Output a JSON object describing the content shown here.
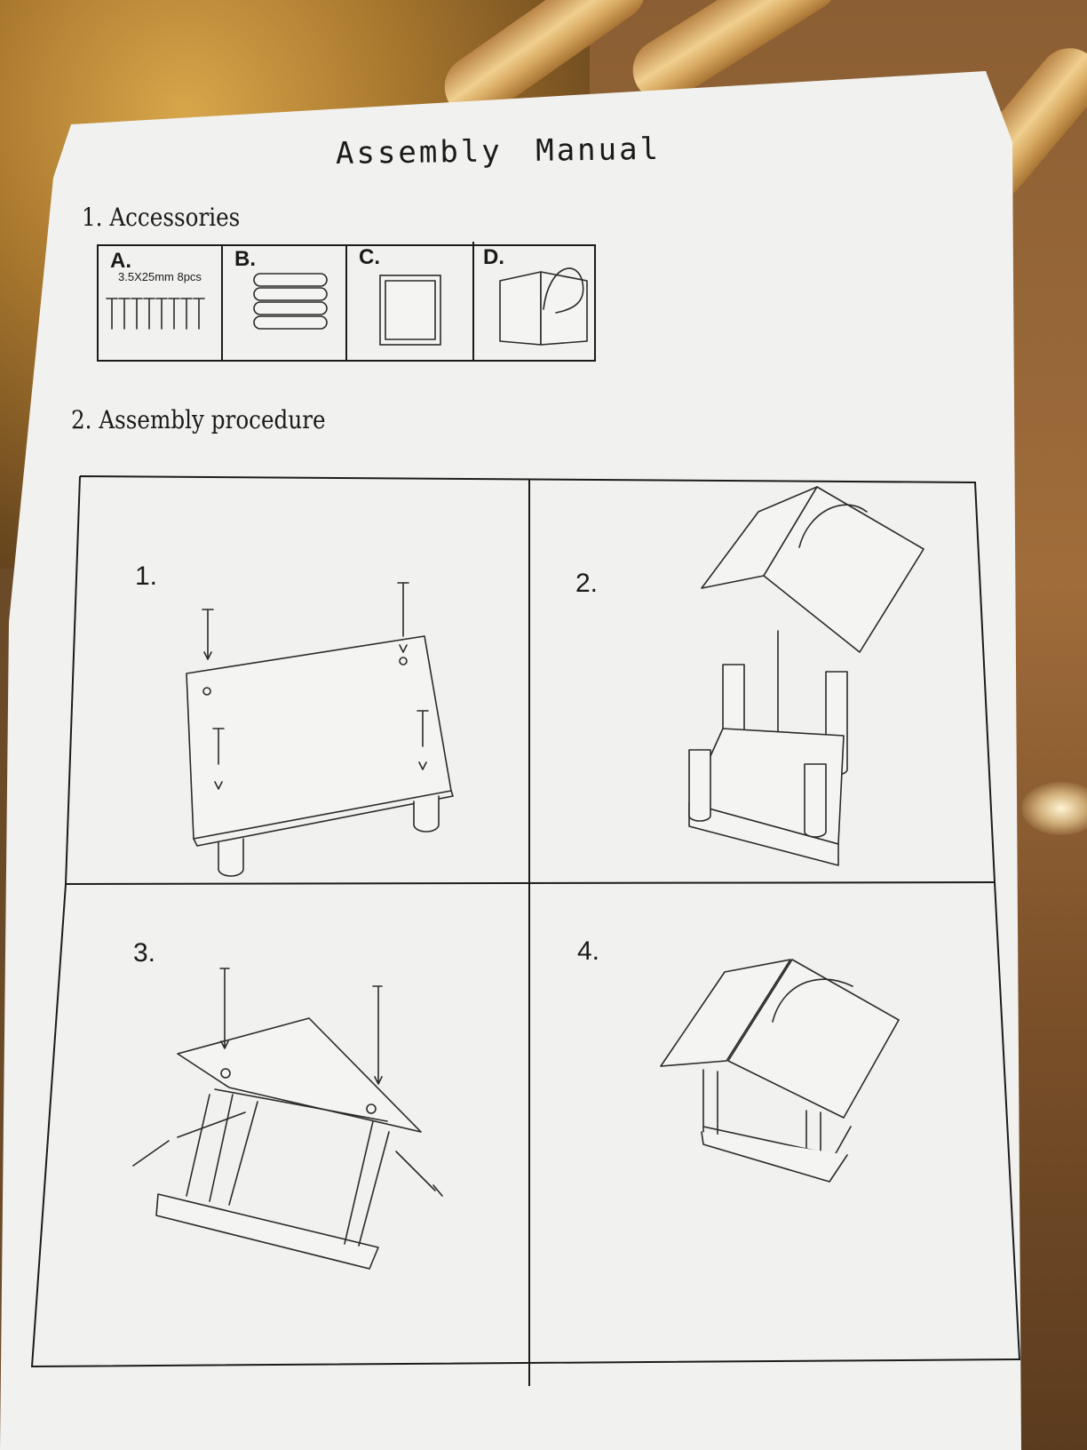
{
  "manual": {
    "title": "Assembly Manual",
    "accessories": {
      "heading": "1. Accessories",
      "items": [
        {
          "letter": "A.",
          "spec": "3.5X25mm 8pcs",
          "icon": "screws-icon"
        },
        {
          "letter": "B.",
          "icon": "dowel-rods-icon"
        },
        {
          "letter": "C.",
          "icon": "base-tray-icon"
        },
        {
          "letter": "D.",
          "icon": "roof-with-rope-icon"
        }
      ]
    },
    "procedure": {
      "heading": "2. Assembly procedure",
      "steps": [
        {
          "number": "1.",
          "icon": "step1-base-screws-icon"
        },
        {
          "number": "2.",
          "icon": "step2-roof-on-posts-icon"
        },
        {
          "number": "3.",
          "icon": "step3-screw-roof-icon"
        },
        {
          "number": "4.",
          "icon": "step4-finished-feeder-icon"
        }
      ]
    }
  },
  "colors": {
    "paper": "#f1f1ef",
    "ink": "#1a1a1a",
    "table": "#8b5f33",
    "tablecloth": "#c9953e"
  }
}
